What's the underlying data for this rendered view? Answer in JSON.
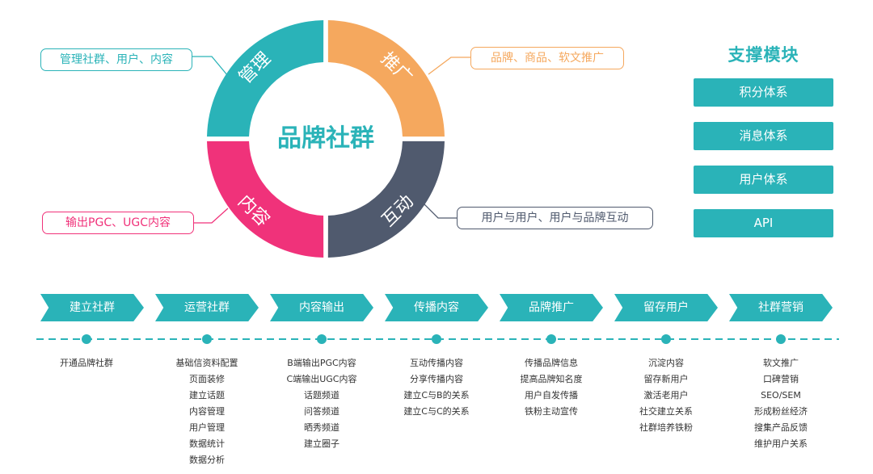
{
  "center_title": "品牌社群",
  "ring": [
    {
      "label": "管理",
      "color": "#2ab3b8"
    },
    {
      "label": "推广",
      "color": "#f5a85e"
    },
    {
      "label": "互动",
      "color": "#505a6e"
    },
    {
      "label": "内容",
      "color": "#f0327a"
    }
  ],
  "callouts": {
    "manage": "管理社群、用户、内容",
    "promote": "品牌、商品、软文推广",
    "interact": "用户与用户、用户与品牌互动",
    "content": "输出PGC、UGC内容"
  },
  "support": {
    "title": "支撑模块",
    "items": [
      "积分体系",
      "消息体系",
      "用户体系",
      "API"
    ]
  },
  "stages": [
    {
      "label": "建立社群",
      "items": [
        "开通品牌社群"
      ]
    },
    {
      "label": "运营社群",
      "items": [
        "基础信资料配置",
        "页面装修",
        "建立话题",
        "内容管理",
        "用户管理",
        "数据统计",
        "数据分析"
      ]
    },
    {
      "label": "内容输出",
      "items": [
        "B端输出PGC内容",
        "C端输出UGC内容",
        "话题频道",
        "问答频道",
        "晒秀频道",
        "建立圈子"
      ]
    },
    {
      "label": "传播内容",
      "items": [
        "互动传播内容",
        "分享传播内容",
        "建立C与B的关系",
        "建立C与C的关系"
      ]
    },
    {
      "label": "品牌推广",
      "items": [
        "传播品牌信息",
        "提高品牌知名度",
        "用户自发传播",
        "铁粉主动宣传"
      ]
    },
    {
      "label": "留存用户",
      "items": [
        "沉淀内容",
        "留存新用户",
        "激活老用户",
        "社交建立关系",
        "社群培养铁粉"
      ]
    },
    {
      "label": "社群营销",
      "items": [
        "软文推广",
        "口碑营销",
        "SEO/SEM",
        "形成粉丝经济",
        "搜集产品反馈",
        "维护用户关系"
      ]
    }
  ]
}
